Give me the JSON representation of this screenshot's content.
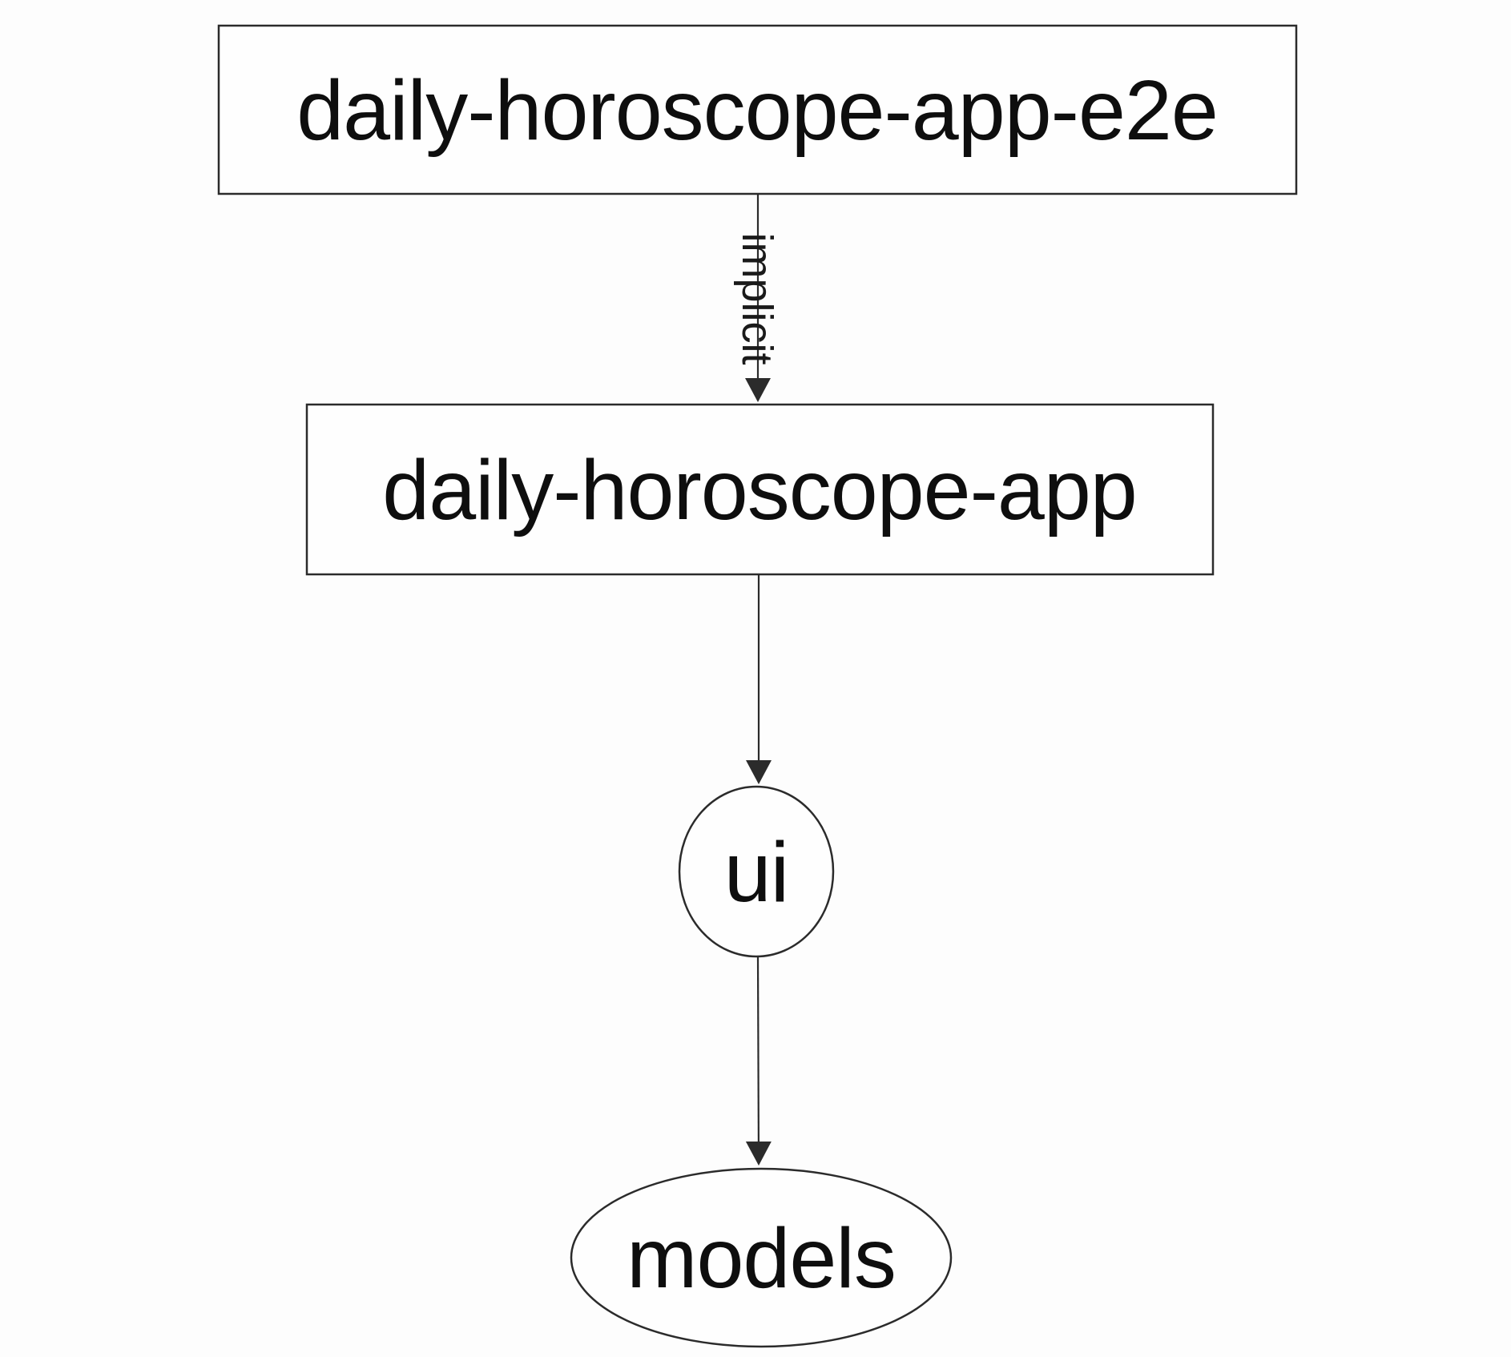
{
  "diagram": {
    "type": "dependency-graph",
    "colors": {
      "background": "#fdfdfd",
      "node_fill": "#fefefe",
      "stroke": "#2b2b2b",
      "text": "#0e0e0e"
    },
    "nodes": [
      {
        "label": "daily-horoscope-app-e2e",
        "shape": "rectangle"
      },
      {
        "label": "daily-horoscope-app",
        "shape": "rectangle"
      },
      {
        "label": "ui",
        "shape": "circle"
      },
      {
        "label": "models",
        "shape": "ellipse"
      }
    ],
    "edges": [
      {
        "from": "daily-horoscope-app-e2e",
        "to": "daily-horoscope-app",
        "label": "implicit"
      },
      {
        "from": "daily-horoscope-app",
        "to": "ui",
        "label": ""
      },
      {
        "from": "ui",
        "to": "models",
        "label": ""
      }
    ]
  }
}
